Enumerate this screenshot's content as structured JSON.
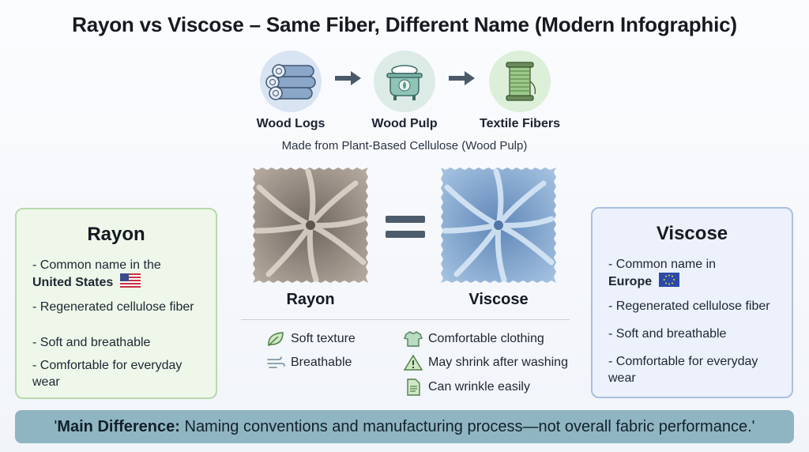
{
  "title": "Rayon vs Viscose – Same Fiber, Different Name (Modern Infographic)",
  "process": {
    "steps": [
      {
        "label": "Wood Logs",
        "icon": "wood-logs-icon"
      },
      {
        "label": "Wood Pulp",
        "icon": "pulp-pot-icon"
      },
      {
        "label": "Textile Fibers",
        "icon": "thread-spool-icon"
      }
    ],
    "caption": "Made from Plant-Based Cellulose (Wood Pulp)"
  },
  "rayon_card": {
    "title": "Rayon",
    "items": [
      {
        "line1": "- Common name in the",
        "line2": "United States"
      },
      {
        "text": "- Regenerated cellulose fiber"
      },
      {
        "text": "- Soft and breathable"
      },
      {
        "line1": "- Comfortable for everyday",
        "line2": "wear"
      }
    ]
  },
  "viscose_card": {
    "title": "Viscose",
    "items": [
      {
        "line1": "- Common name in",
        "line2": "Europe"
      },
      {
        "text": "- Regenerated cellulose fiber"
      },
      {
        "text": "- Soft and breathable"
      },
      {
        "line1": "- Comfortable for everyday",
        "line2": "wear"
      }
    ]
  },
  "swatches": {
    "left_label": "Rayon",
    "right_label": "Viscose"
  },
  "features": {
    "left": [
      {
        "label": "Soft texture",
        "icon": "leaf-icon"
      },
      {
        "label": "Breathable",
        "icon": "wind-icon"
      }
    ],
    "right": [
      {
        "label": "Comfortable clothing",
        "icon": "tshirt-icon"
      },
      {
        "label": "May shrink after washing",
        "icon": "warning-icon"
      },
      {
        "label": "Can wrinkle easily",
        "icon": "document-icon"
      }
    ]
  },
  "banner": {
    "prefix": "'",
    "bold": "Main Difference:",
    "text": " Naming conventions and manufacturing process—not overall fabric performance.'"
  },
  "colors": {
    "rayon_card_bg": "#eef7ea",
    "viscose_card_bg": "#ecf1fb",
    "banner_bg": "#8fb5c2",
    "arrow": "#4a5a6a"
  }
}
